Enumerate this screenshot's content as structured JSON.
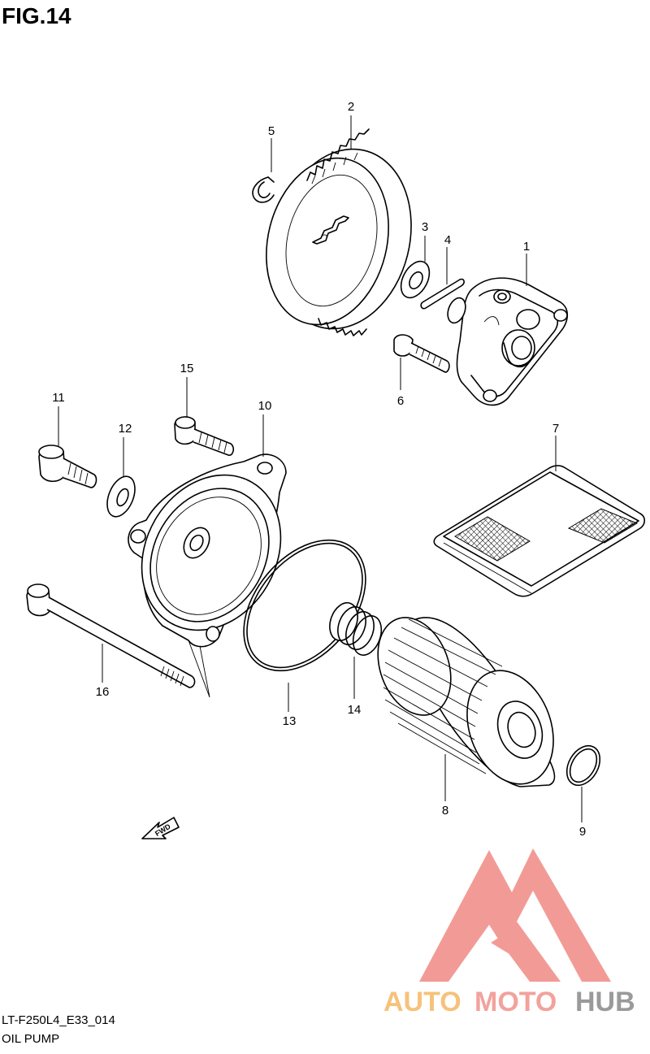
{
  "figure": {
    "title": "FIG.14"
  },
  "footer": {
    "model_code": "LT-F250L4_E33_014",
    "group_name": "OIL PUMP"
  },
  "fwd_arrow": {
    "label": "FWD"
  },
  "watermark": {
    "brand_part1": "AUTO",
    "brand_part2": "MOTO",
    "brand_part3": "HUB",
    "colors": {
      "logo_red": "#f08a84",
      "auto": "#f6c27a",
      "moto": "#f2a29c",
      "hub": "#9a9a9a"
    }
  },
  "callouts": [
    {
      "id": "1",
      "part": "oil pump body"
    },
    {
      "id": "2",
      "part": "driven gear"
    },
    {
      "id": "3",
      "part": "washer"
    },
    {
      "id": "4",
      "part": "pin"
    },
    {
      "id": "5",
      "part": "circlip"
    },
    {
      "id": "6",
      "part": "bolt"
    },
    {
      "id": "7",
      "part": "screen"
    },
    {
      "id": "8",
      "part": "oil filter"
    },
    {
      "id": "9",
      "part": "o-ring"
    },
    {
      "id": "10",
      "part": "filter cap"
    },
    {
      "id": "11",
      "part": "bolt"
    },
    {
      "id": "12",
      "part": "washer"
    },
    {
      "id": "13",
      "part": "o-ring"
    },
    {
      "id": "14",
      "part": "spring"
    },
    {
      "id": "15",
      "part": "bolt"
    },
    {
      "id": "16",
      "part": "long bolt"
    }
  ]
}
